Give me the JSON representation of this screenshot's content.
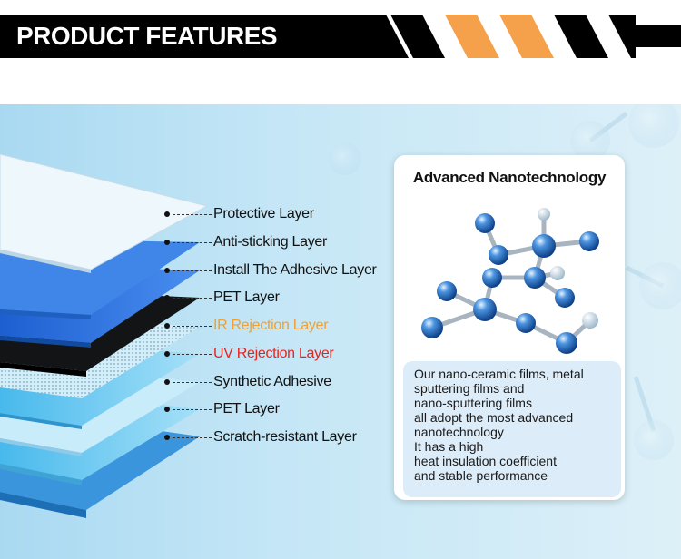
{
  "header": {
    "title": "PRODUCT FEATURES"
  },
  "layers": [
    {
      "label": "Protective Layer",
      "color": "#111111"
    },
    {
      "label": "Anti-sticking Layer",
      "color": "#111111"
    },
    {
      "label": "Install The Adhesive Layer",
      "color": "#111111"
    },
    {
      "label": "PET Layer",
      "color": "#111111"
    },
    {
      "label": "IR Rejection Layer",
      "color": "#f0a030"
    },
    {
      "label": "UV Rejection Layer",
      "color": "#e8231f"
    },
    {
      "label": "Synthetic Adhesive",
      "color": "#111111"
    },
    {
      "label": "PET Layer",
      "color": "#111111"
    },
    {
      "label": "Scratch-resistant Layer",
      "color": "#111111"
    }
  ],
  "card": {
    "title": "Advanced Nanotechnology",
    "description_lines": [
      "Our nano-ceramic films, metal",
      "sputtering films and",
      "nano-sputtering films",
      "all adopt the most advanced",
      "nanotechnology",
      "It has a high",
      "heat insulation coefficient",
      "and stable performance"
    ]
  },
  "colors": {
    "header_black": "#000000",
    "header_stripe_orange": "#f5a04a",
    "layer_blue": "#1e66d6",
    "background_blue": "#c4e6f6"
  },
  "icons": [
    "molecule-icon"
  ]
}
